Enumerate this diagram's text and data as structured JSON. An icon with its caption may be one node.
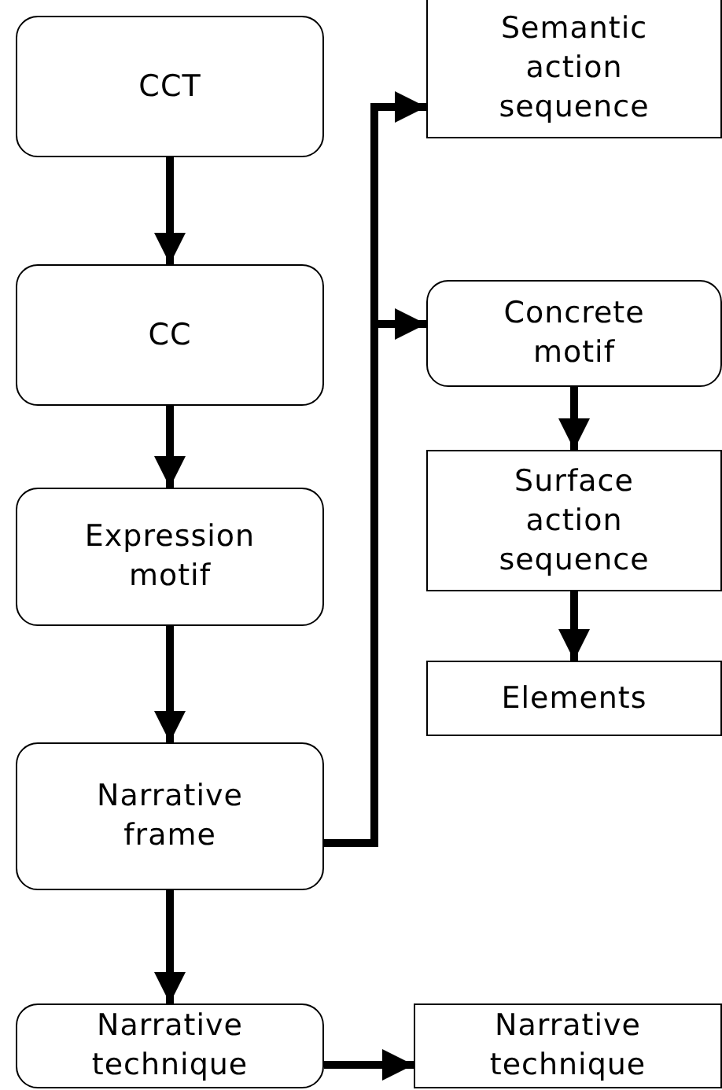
{
  "diagram": {
    "nodes": [
      {
        "text": [
          "CCT"
        ]
      },
      {
        "text": [
          "CC"
        ]
      },
      {
        "text": [
          "Expression motif"
        ]
      },
      {
        "text": [
          "Narrative frame"
        ]
      },
      {
        "text": [
          "Narrative technique"
        ]
      },
      {
        "text": [
          "Semantic action sequence"
        ]
      },
      {
        "text": [
          "Concrete motif"
        ]
      },
      {
        "text": [
          "Surface action sequence"
        ]
      },
      {
        "text": [
          "Elements"
        ]
      },
      {
        "text": [
          "Narrative technique"
        ]
      }
    ],
    "edges": [
      {
        "from": 0,
        "to": 1,
        "arrow": "to"
      },
      {
        "from": 1,
        "to": 2,
        "arrow": "to"
      },
      {
        "from": 2,
        "to": 3,
        "arrow": "to"
      },
      {
        "from": 3,
        "to": 4,
        "arrow": "to"
      },
      {
        "from": 3,
        "to": 5,
        "arrow": "to"
      },
      {
        "from": 3,
        "to": 6,
        "arrow": "to"
      },
      {
        "from": 6,
        "to": 7,
        "arrow": "to"
      },
      {
        "from": 7,
        "to": 8,
        "arrow": "to"
      },
      {
        "from": 4,
        "to": 9,
        "arrow": "to"
      }
    ]
  }
}
